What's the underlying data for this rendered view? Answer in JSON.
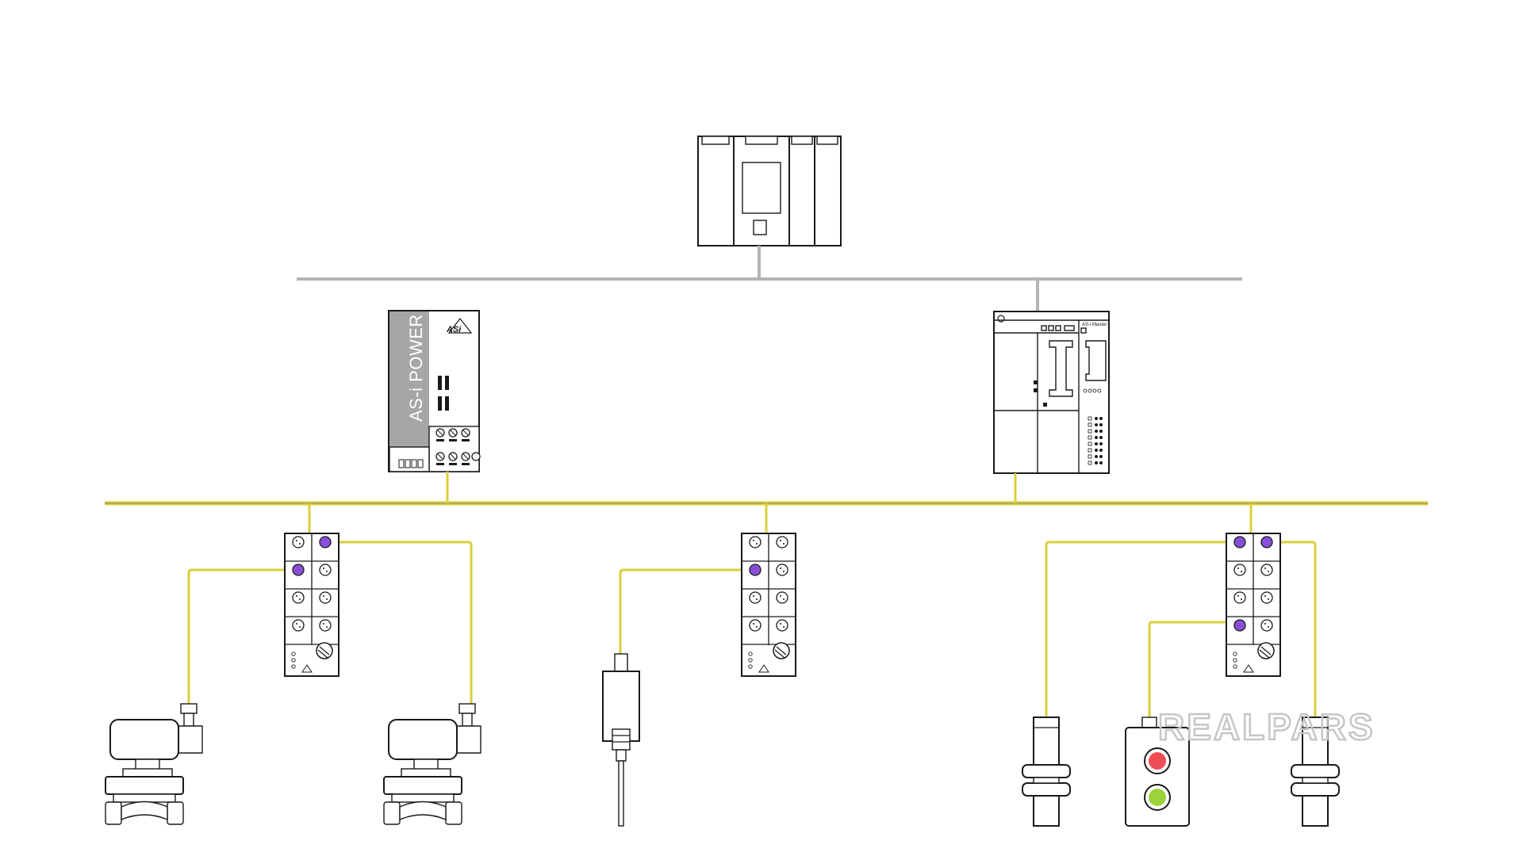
{
  "labels": {
    "power_supply": "AS-i POWER",
    "master": "AS-i Master",
    "watermark": "REALPARS",
    "asi_logo": "ASi"
  },
  "colors": {
    "ethernet_line": "#b4b4b4",
    "asi_cable": "#d9cf3a",
    "port_active": "#8a4fd8",
    "indicator_red": "#ef4d55",
    "indicator_green": "#9bd43a",
    "power_side_panel": "#a6a6a6"
  },
  "icons": [
    "plc-icon",
    "power-supply-icon",
    "asi-master-icon",
    "io-module-icon",
    "solenoid-valve-icon",
    "pressure-transmitter-icon",
    "proximity-sensor-icon",
    "push-button-station-icon"
  ]
}
